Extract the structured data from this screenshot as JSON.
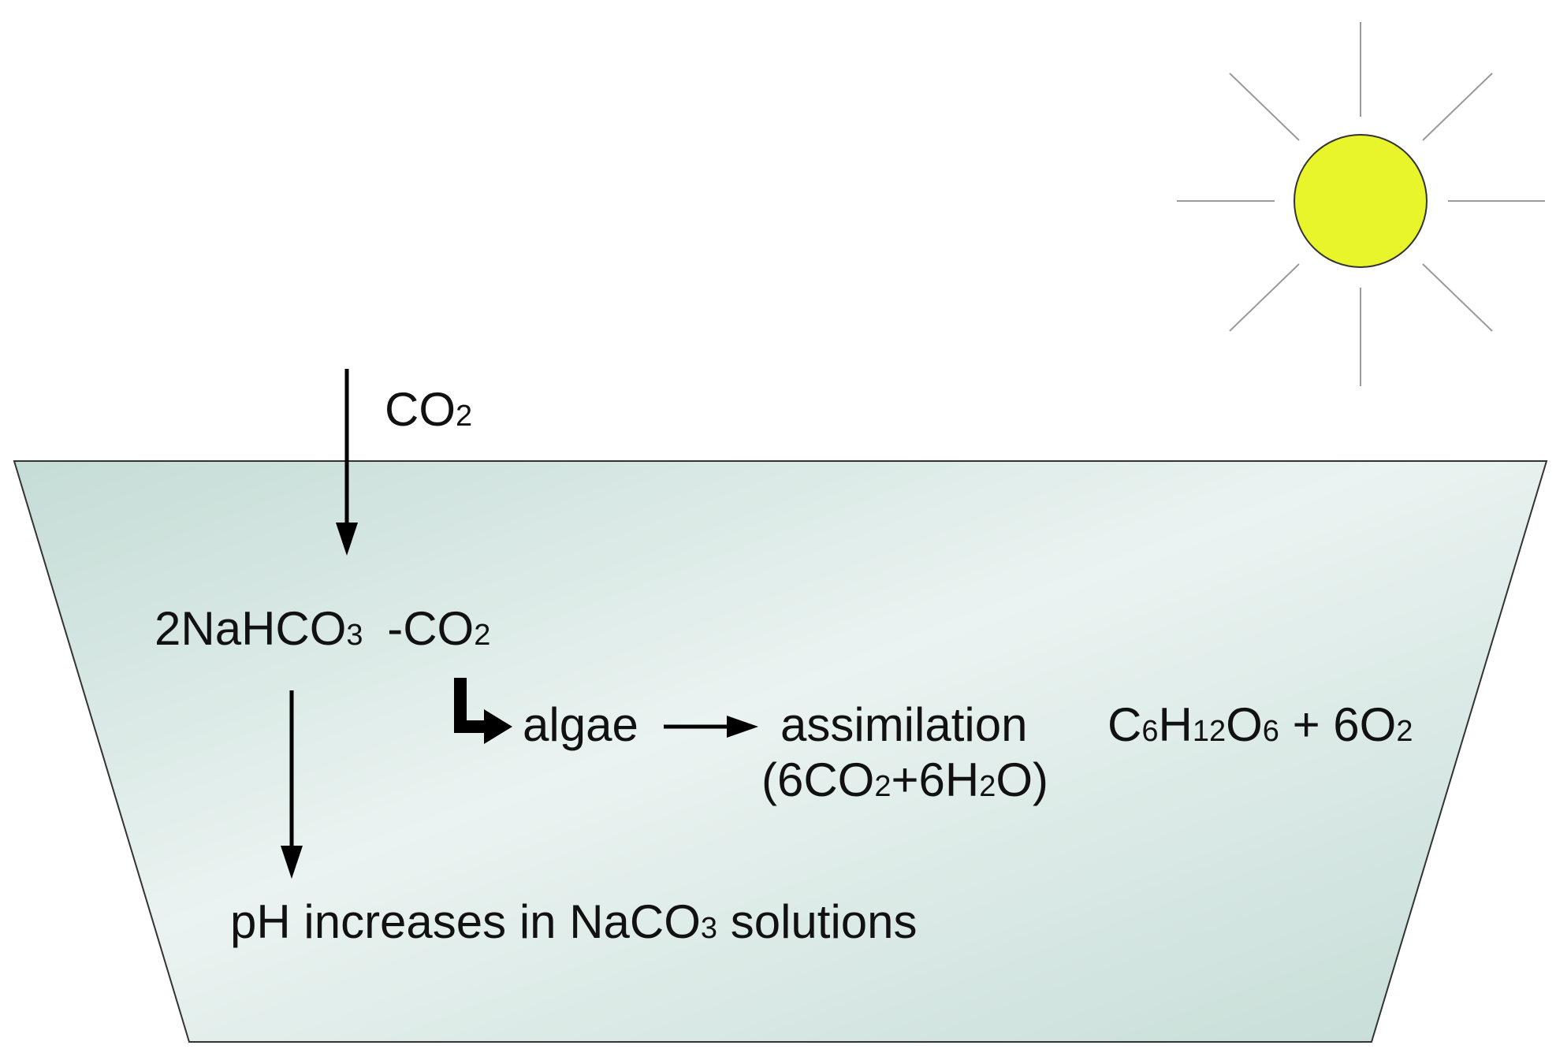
{
  "colors": {
    "background": "#ffffff",
    "container_fill_light": "#eaf3f1",
    "container_fill_dark": "#c5dcd6",
    "container_stroke": "#333333",
    "sun_fill": "#e8f52a",
    "sun_stroke": "#333333",
    "sun_rays": "#9a9a9a",
    "arrow": "#000000",
    "text": "#111111"
  },
  "icons": {
    "sun": "sun-icon",
    "arrow_co2_in": "arrow-down-icon",
    "arrow_ph": "arrow-down-icon",
    "arrow_algae": "bent-arrow-icon",
    "arrow_assimilation": "arrow-right-icon"
  },
  "labels": {
    "co2_in": {
      "base": "CO",
      "sub": "2"
    },
    "bicarbonate": {
      "p1": "2NaHCO",
      "s1": "3",
      "p2": " -CO",
      "s2": "2"
    },
    "algae": "algae",
    "assimilation": "assimilation",
    "assimilation_eq": {
      "p1": "(6CO",
      "s1": "2",
      "p2": "+6H",
      "s2": "2",
      "p3": "O)"
    },
    "product": {
      "p1": "C",
      "s1": "6",
      "p2": "H",
      "s2": "12",
      "p3": "O",
      "s3": "6",
      "p4": " + 6O",
      "s4": "2"
    },
    "ph": {
      "p1": "pH increases in NaCO",
      "s1": "3",
      "p2": " solutions"
    }
  }
}
